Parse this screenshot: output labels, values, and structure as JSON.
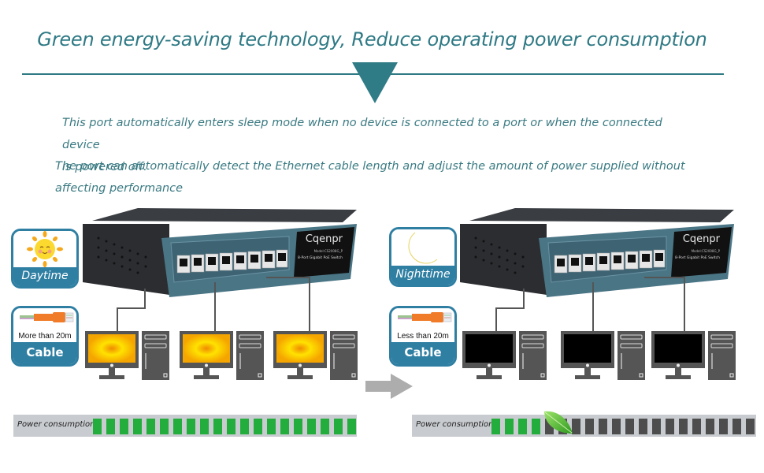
{
  "header": {
    "title": "Green energy-saving technology, Reduce operating power consumption"
  },
  "description": {
    "line1": "This port automatically enters sleep mode when no device is connected to a port or when the connected device",
    "line1b": "is powered off.",
    "line2": "The port can automatically detect the Ethernet cable length and adjust the amount of power supplied without",
    "line2b": "affecting performance"
  },
  "colors": {
    "teal": "#2f7a85",
    "badge_blue": "#2f7fa3",
    "bar_green": "#22ad3c",
    "bar_off": "#4d4d4d",
    "bar_bg": "#c8cbcf",
    "screen_on": "#f5a500",
    "screen_off": "#000000",
    "cable_orange": "#f07c2a"
  },
  "left_scene": {
    "time_badge": {
      "icon": "sun-icon",
      "label": "Daytime"
    },
    "cable_badge": {
      "icon": "ethernet-cable-icon",
      "note": "More than 20m",
      "label": "Cable"
    },
    "switch": {
      "brand": "Cqenpr",
      "model": "Model:CS2008G_P",
      "subtitle": "8-Port Gigabit PoE Switch"
    },
    "computers": [
      {
        "screen": "on"
      },
      {
        "screen": "on"
      },
      {
        "screen": "on"
      }
    ],
    "power_bar": {
      "label": "Power consumption",
      "total_segments": 20,
      "active_segments": 20
    }
  },
  "right_scene": {
    "time_badge": {
      "icon": "moon-icon",
      "label": "Nighttime"
    },
    "cable_badge": {
      "icon": "ethernet-cable-icon",
      "note": "Less than 20m",
      "label": "Cable"
    },
    "switch": {
      "brand": "Cqenpr",
      "model": "Model:CS2008G_P",
      "subtitle": "8-Port Gigabit PoE Switch"
    },
    "computers": [
      {
        "screen": "off"
      },
      {
        "screen": "off"
      },
      {
        "screen": "off"
      }
    ],
    "power_bar": {
      "label": "Power consumption",
      "total_segments": 20,
      "active_segments": 4,
      "leaf_icon": "leaf-icon"
    }
  }
}
